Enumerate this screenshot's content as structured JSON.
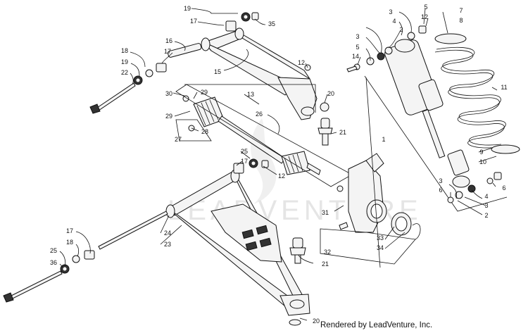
{
  "credit": "Rendered by LeadVenture, Inc.",
  "watermark_text": "LEADVENTURE",
  "callouts": [
    "19",
    "17",
    "35",
    "16",
    "18",
    "17",
    "19",
    "22",
    "15",
    "12",
    "30",
    "29",
    "29",
    "13",
    "28",
    "27",
    "26",
    "20",
    "21",
    "25",
    "17",
    "12",
    "24",
    "23",
    "17",
    "18",
    "25",
    "36",
    "21",
    "20",
    "3",
    "5",
    "4",
    "12",
    "2",
    "3",
    "5",
    "14",
    "7",
    "8",
    "11",
    "1",
    "9",
    "10",
    "3",
    "6",
    "4",
    "6",
    "2",
    "3",
    "31",
    "33",
    "34",
    "32"
  ]
}
